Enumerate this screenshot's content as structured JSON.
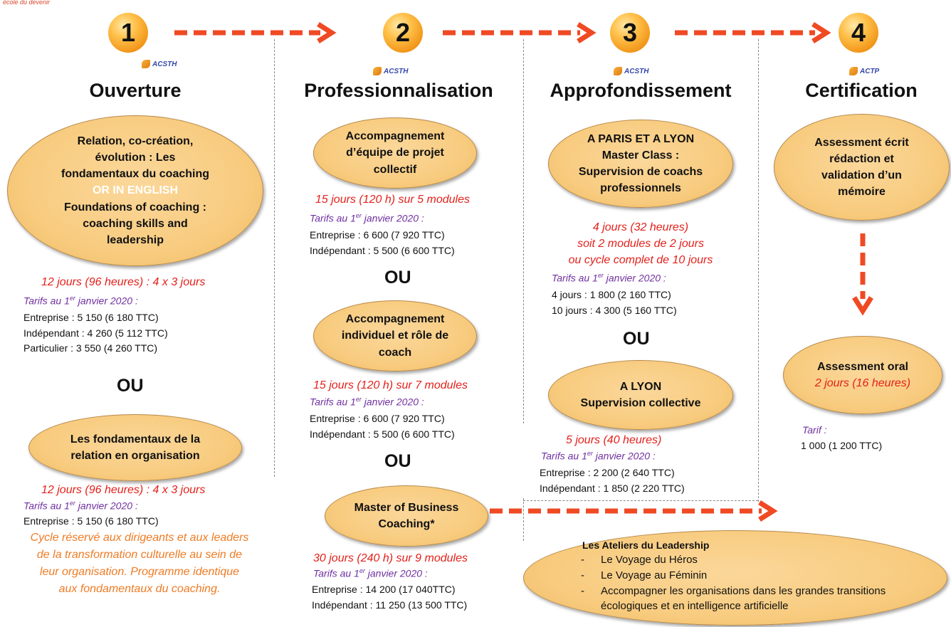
{
  "brand": "école du devenir",
  "steps": [
    {
      "num": "1",
      "badge": "ACSTH",
      "title": "Ouverture"
    },
    {
      "num": "2",
      "badge": "ACSTH",
      "title": "Professionnalisation"
    },
    {
      "num": "3",
      "badge": "ACSTH",
      "title": "Approfondissement"
    },
    {
      "num": "4",
      "badge": "ACTP",
      "title": "Certification"
    }
  ],
  "ou": "OU",
  "tarifs_label": "Tarifs au 1",
  "tarifs_sup": "er",
  "tarifs_date": " janvier 2020 :",
  "col1": {
    "oval1_l1": "Relation, co-création,",
    "oval1_l2": "évolution : Les",
    "oval1_l3": "fondamentaux du coaching",
    "oval1_english": "OR IN ENGLISH",
    "oval1_l4": "Foundations of coaching :",
    "oval1_l5": "coaching skills and",
    "oval1_l6": "leadership",
    "duration1": "12 jours (96 heures) : 4 x 3 jours",
    "prices1": [
      "Entreprise : 5 150 (6 180 TTC)",
      "Indépendant : 4 260 (5 112 TTC)",
      "Particulier : 3 550 (4 260 TTC)"
    ],
    "oval2_l1": "Les fondamentaux de la",
    "oval2_l2": "relation en organisation",
    "duration2": "12 jours (96 heures) : 4 x 3 jours",
    "prices2": [
      "Entreprise : 5 150 (6 180 TTC)"
    ],
    "note": [
      "Cycle réservé aux dirigeants et aux leaders",
      "de la transformation culturelle au sein de",
      "leur organisation. Programme identique",
      "aux fondamentaux du coaching."
    ]
  },
  "col2": {
    "oval1": [
      "Accompagnement",
      "d’équipe de projet",
      "collectif"
    ],
    "duration1": "15 jours (120 h) sur 5 modules",
    "prices1": [
      "Entreprise : 6 600 (7 920 TTC)",
      "Indépendant : 5 500 (6 600 TTC)"
    ],
    "oval2": [
      "Accompagnement",
      "individuel et rôle de",
      "coach"
    ],
    "duration2": "15 jours (120 h) sur 7 modules",
    "prices2": [
      "Entreprise : 6 600 (7 920 TTC)",
      "Indépendant : 5 500 (6 600 TTC)"
    ],
    "oval3": [
      "Master of Business",
      "Coaching*"
    ],
    "duration3": "30 jours (240 h) sur 9 modules",
    "prices3": [
      "Entreprise : 14 200 (17 040TTC)",
      "Indépendant : 11 250 (13 500 TTC)"
    ]
  },
  "col3": {
    "oval1": [
      "A PARIS ET A LYON",
      "Master Class :",
      "Supervision de coachs",
      "professionnels"
    ],
    "duration1": [
      "4 jours (32 heures)",
      "soit 2 modules de 2 jours",
      "ou cycle complet de 10 jours"
    ],
    "prices1": [
      "4 jours : 1 800 (2 160 TTC)",
      "10 jours : 4 300 (5 160 TTC)"
    ],
    "oval2": [
      "A LYON",
      "Supervision collective"
    ],
    "duration2": "5 jours (40 heures)",
    "prices2": [
      "Entreprise : 2 200 (2 640 TTC)",
      "Indépendant : 1 850 (2 220 TTC)"
    ]
  },
  "col4": {
    "oval1": [
      "Assessment écrit",
      "rédaction et",
      "validation d’un",
      "mémoire"
    ],
    "oval2_title": "Assessment oral",
    "oval2_duration": "2 jours (16 heures)",
    "tarif_label": "Tarif :",
    "tarif_value": "1 000 (1 200 TTC)"
  },
  "ateliers": {
    "title": "Les Ateliers du Leadership",
    "items": [
      "Le Voyage du Héros",
      "Le Voyage au Féminin",
      "Accompagner les organisations dans les grandes transitions écologiques et en intelligence artificielle"
    ]
  },
  "colors": {
    "arrow": "#ef4a24",
    "duration": "#e3211b",
    "tarifs": "#7030a0",
    "note": "#ee7b24",
    "oval": "#f8cc80"
  }
}
